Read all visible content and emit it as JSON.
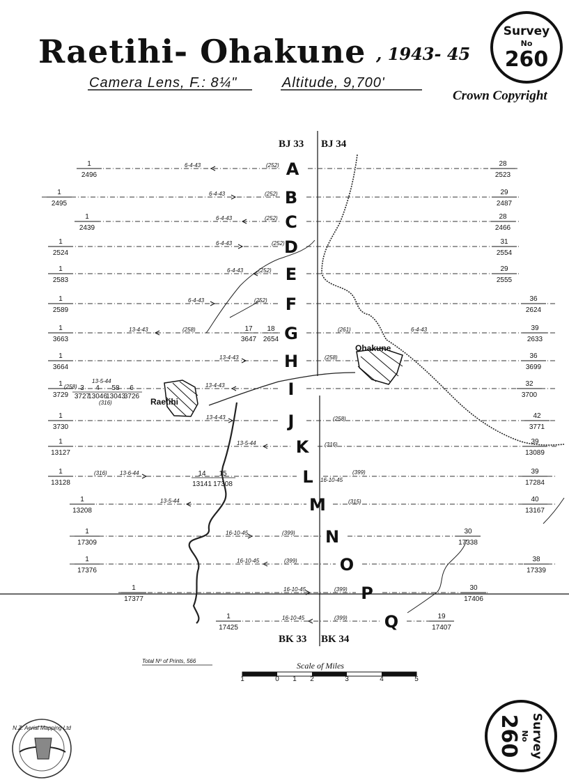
{
  "header": {
    "title": "Raetihi- Ohakune",
    "years": ", 1943- 45",
    "camera": "Camera Lens, F.: 8¼\"",
    "altitude": "Altitude, 9,700'",
    "copyright": "Crown Copyright"
  },
  "survey_seal": {
    "line1": "Survey",
    "line2": "No",
    "number": "260"
  },
  "sheet_labels": {
    "top_left": "BJ 33",
    "top_right": "BJ 34",
    "bottom_left": "BK 33",
    "bottom_right": "BK 34"
  },
  "runs": [
    {
      "letter": "A",
      "left": "1",
      "left_end": "2496",
      "date": "6-4-43",
      "count": "(252)",
      "right": "28",
      "right_end": "2523"
    },
    {
      "letter": "B",
      "left": "1",
      "left_end": "2495",
      "date": "6-4-43",
      "count": "(252)",
      "right": "29",
      "right_end": "2487"
    },
    {
      "letter": "C",
      "left": "1",
      "left_end": "2439",
      "date": "6-4-43",
      "count": "(252)",
      "right": "28",
      "right_end": "2466"
    },
    {
      "letter": "D",
      "left": "1",
      "left_end": "2524",
      "date": "6-4-43",
      "count": "(252)",
      "right": "31",
      "right_end": "2554"
    },
    {
      "letter": "E",
      "left": "1",
      "left_end": "2583",
      "date": "6-4-43",
      "count": "(252)",
      "right": "29",
      "right_end": "2555"
    },
    {
      "letter": "F",
      "left": "1",
      "left_end": "2589",
      "date": "6-4-43",
      "count": "(252)",
      "right": "36",
      "right_end": "2624"
    },
    {
      "letter": "G",
      "left": "1",
      "left_end": "3663",
      "date": "13-4-43",
      "count": "(258)",
      "right": "39",
      "right_end": "2633"
    },
    {
      "letter": "H",
      "left": "1",
      "left_end": "3664",
      "date": "13-4-43",
      "count": "(258)",
      "right": "36",
      "right_end": "3699"
    },
    {
      "letter": "I",
      "left": "1",
      "left_end": "3729",
      "date": "13-4-43",
      "count": "(258)",
      "right": "32",
      "right_end": "3700"
    },
    {
      "letter": "J",
      "left": "1",
      "left_end": "3730",
      "date": "13-4-43",
      "count": "(258)",
      "right": "42",
      "right_end": "3771"
    },
    {
      "letter": "K",
      "left": "1",
      "left_end": "13127",
      "date": "13-5-44",
      "count": "(316)",
      "right": "39",
      "right_end": "13089"
    },
    {
      "letter": "L",
      "left": "1",
      "left_end": "13128",
      "date": "13-6-44",
      "count": "(316)",
      "right": "39",
      "right_end": "17284"
    },
    {
      "letter": "M",
      "left": "1",
      "left_end": "13208",
      "date": "13-5-44",
      "count": "(315)",
      "right": "40",
      "right_end": "13167"
    },
    {
      "letter": "N",
      "left": "1",
      "left_end": "17309",
      "date": "16-10-45",
      "count": "(399)",
      "right": "30",
      "right_end": "17338"
    },
    {
      "letter": "O",
      "left": "1",
      "left_end": "17376",
      "date": "16-10-45",
      "count": "(399)",
      "right": "38",
      "right_end": "17339"
    },
    {
      "letter": "P",
      "left": "1",
      "left_end": "17377",
      "date": "16-10-45",
      "count": "(399)",
      "right": "30",
      "right_end": "17406"
    },
    {
      "letter": "Q",
      "left": "1",
      "left_end": "17425",
      "date": "16-10-45",
      "count": "(399)",
      "right": "19",
      "right_end": "17407"
    }
  ],
  "mid_labels": {
    "g_a_top": "17",
    "g_a_bottom": "3647",
    "g_b_top": "18",
    "g_b_bottom": "2654",
    "g_count_right": "(261)",
    "g_date_right": "6-4-43",
    "h_count": "(258)",
    "i_1_top": "3",
    "i_1_bottom": "3727",
    "i_2_top": "4",
    "i_2_bottom": "13046",
    "i_3_top": "58",
    "i_3_bottom": "13043",
    "i_4_top": "6",
    "i_4_bottom": "3726",
    "i_date": "13-5-44",
    "i_count": "(316)",
    "i_count_left": "(258)",
    "l_a_top": "14",
    "l_a_bottom": "13141",
    "l_b_top": "15",
    "l_b_bottom": "17308",
    "l_date_right": "16-10-45",
    "l_count_right": "(399)",
    "j_count_right": "(258)",
    "k_count_right": "(316)",
    "m_count_right": "(315)"
  },
  "towns": {
    "raetihi": "Raetihi",
    "ohakune": "Ohakune"
  },
  "footer": {
    "total_prints": "Total Nº of Prints, 566",
    "scale_title": "Scale of Miles",
    "scale_ticks": [
      "1",
      "0",
      "1",
      "2",
      "3",
      "4",
      "5"
    ],
    "logo_text": "N.Z. Aerial Mapping Ltd"
  }
}
